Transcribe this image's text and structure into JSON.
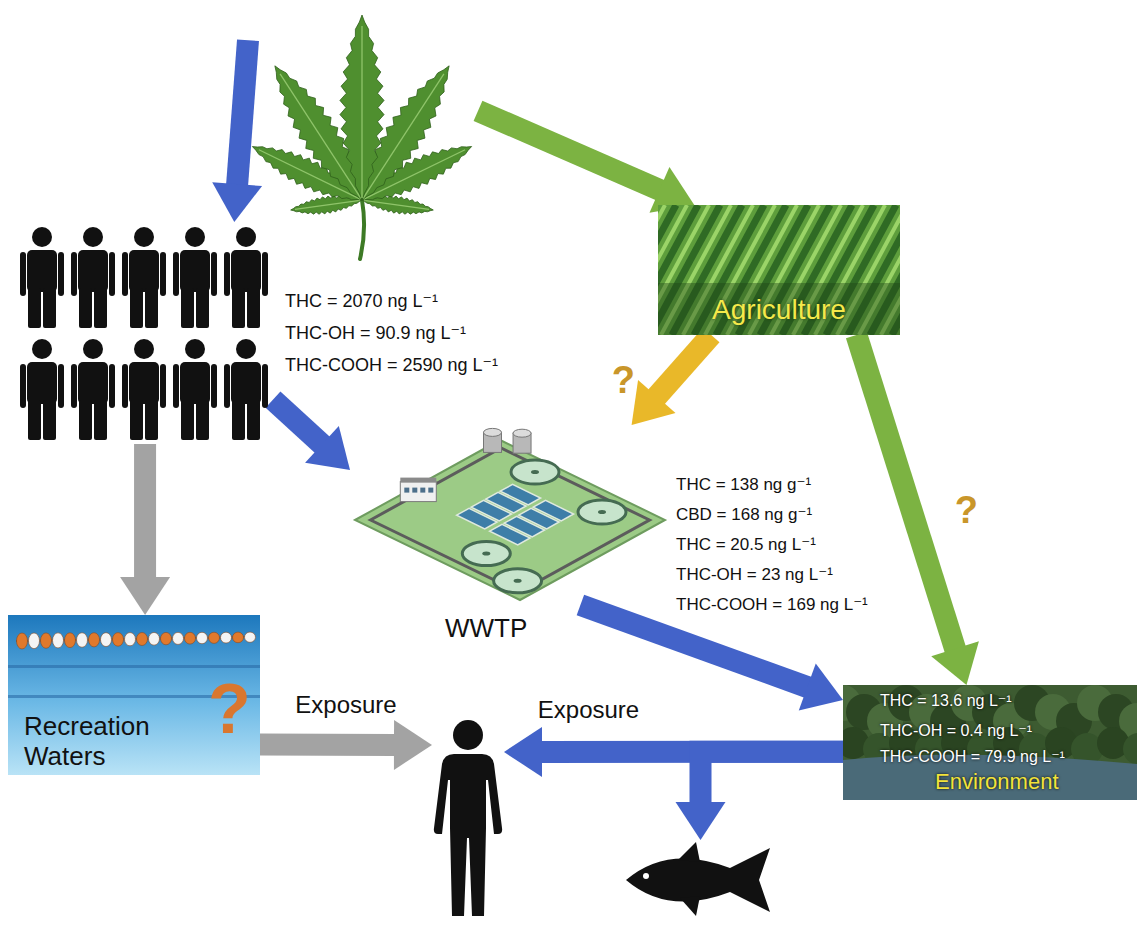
{
  "diagram": {
    "nodes": [
      {
        "text": []
      },
      {
        "text": [
          "THC = 2070 ng L⁻¹",
          "THC-OH = 90.9 ng L⁻¹",
          "THC-COOH = 2590 ng L⁻¹"
        ]
      },
      {
        "text": [
          "Agriculture"
        ]
      },
      {
        "text": [
          "WWTP",
          "THC = 138 ng g⁻¹",
          "CBD = 168 ng g⁻¹",
          "THC = 20.5 ng L⁻¹",
          "THC-OH = 23 ng L⁻¹",
          "THC-COOH = 169 ng L⁻¹"
        ]
      },
      {
        "text": [
          "Recreation Waters",
          "?"
        ]
      },
      {
        "text": [
          "THC = 13.6 ng L⁻¹",
          "THC-OH = 0.4 ng L⁻¹",
          "THC-COOH = 79.9 ng L⁻¹",
          "Environment"
        ]
      },
      {
        "text": []
      },
      {
        "text": []
      }
    ],
    "edges": [
      {
        "from": 0,
        "to": 1,
        "arrow": "to"
      },
      {
        "from": 0,
        "to": 2,
        "arrow": "to"
      },
      {
        "from": 1,
        "to": 3,
        "arrow": "to"
      },
      {
        "from": 2,
        "to": 3,
        "label": "?",
        "arrow": "to"
      },
      {
        "from": 2,
        "to": 5,
        "label": "?",
        "arrow": "to"
      },
      {
        "from": 1,
        "to": 4,
        "arrow": "to"
      },
      {
        "from": 3,
        "to": 5,
        "arrow": "to"
      },
      {
        "from": 4,
        "to": 6,
        "label": "Exposure",
        "arrow": "to"
      },
      {
        "from": 5,
        "to": 6,
        "label": "Exposure",
        "arrow": "to"
      },
      {
        "from": 5,
        "to": 7,
        "arrow": "to"
      }
    ]
  }
}
